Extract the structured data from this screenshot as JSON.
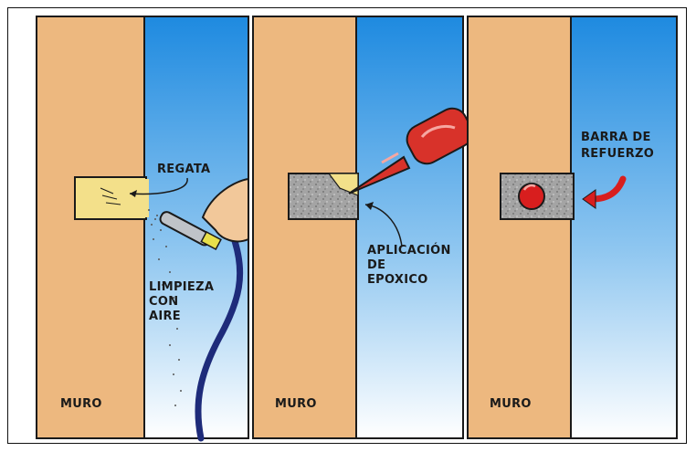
{
  "panels": [
    {
      "wall_label": "MURO",
      "labels": {
        "slot": "REGATA",
        "cleaning_line1": "LIMPIEZA",
        "cleaning_line2": "CON",
        "cleaning_line3": "AIRE"
      }
    },
    {
      "wall_label": "MURO",
      "labels": {
        "epoxy_line1": "APLICACIÓN",
        "epoxy_line2": "DE",
        "epoxy_line3": "EPOXICO"
      }
    },
    {
      "wall_label": "MURO",
      "labels": {
        "rebar_line1": "BARRA DE",
        "rebar_line2": "REFUERZO"
      }
    }
  ],
  "colors": {
    "wall": "#EDB87F",
    "sky_top": "#1E8AE0",
    "sky_bottom": "#FFFFFF",
    "slot": "#F3E08A",
    "epoxy": "#9E9E9E",
    "gun": "#D8322A",
    "rebar": "#D81E1E",
    "hose": "#1E2B7A",
    "outline": "#1a1a1a"
  },
  "icons": [
    "air-nozzle-icon",
    "epoxy-gun-icon",
    "rebar-section-icon",
    "curved-arrow-icon"
  ]
}
